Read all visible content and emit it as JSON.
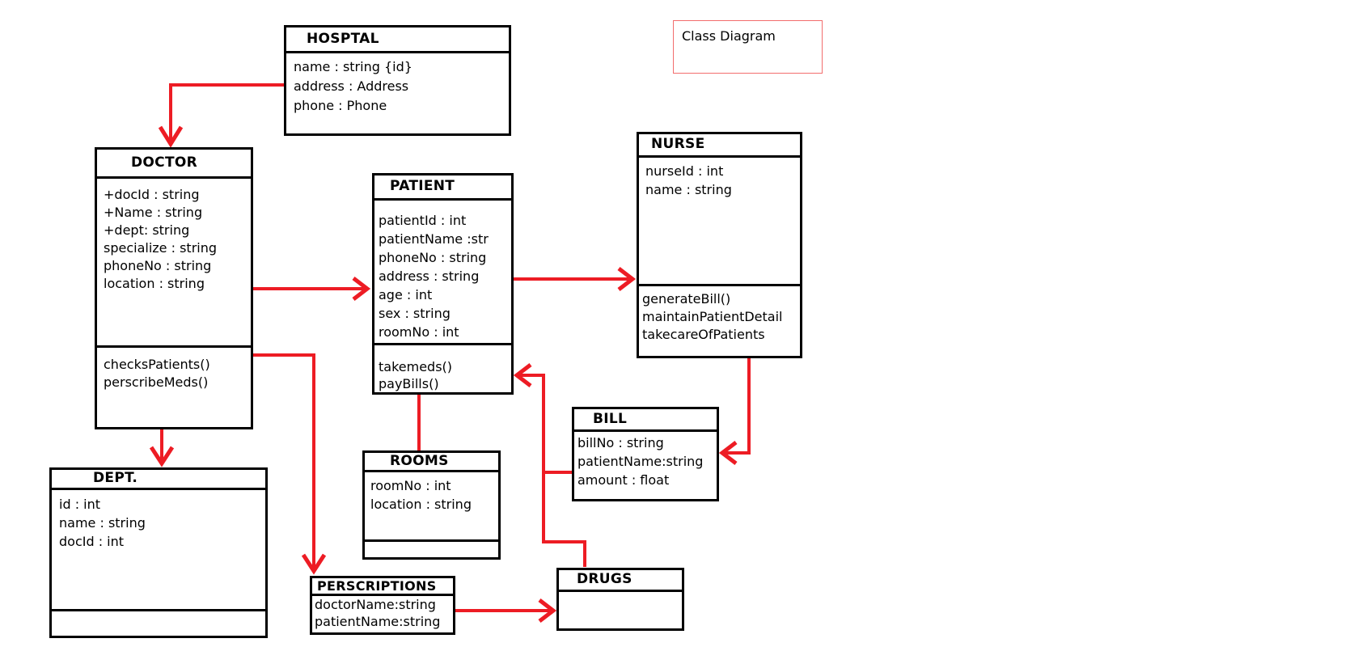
{
  "diagram_label": {
    "text": "Class Diagram"
  },
  "colors": {
    "connector": "#ed1c24",
    "label_border": "#f26d6d",
    "box_border": "#000000",
    "background": "#ffffff"
  },
  "classes": {
    "hosptal": {
      "title": "HOSPTAL",
      "attributes": [
        "name : string {id}",
        "address : Address",
        "phone : Phone"
      ],
      "methods": []
    },
    "doctor": {
      "title": "DOCTOR",
      "attributes": [
        "+docId : string",
        "+Name : string",
        "+dept: string",
        "specialize : string",
        "phoneNo : string",
        "location : string"
      ],
      "methods": [
        "checksPatients()",
        "perscribeMeds()"
      ]
    },
    "patient": {
      "title": "PATIENT",
      "attributes": [
        "patientId : int",
        "patientName :str",
        "phoneNo : string",
        "address : string",
        "age : int",
        "sex : string",
        "roomNo : int"
      ],
      "methods": [
        "takemeds()",
        "payBills()"
      ]
    },
    "nurse": {
      "title": "NURSE",
      "attributes": [
        "nurseId : int",
        "name : string"
      ],
      "methods": [
        "generateBill()",
        "maintainPatientDetail",
        "takecareOfPatients"
      ]
    },
    "dept": {
      "title": "DEPT.",
      "attributes": [
        "id : int",
        "name : string",
        "docId : int"
      ],
      "methods": []
    },
    "rooms": {
      "title": "ROOMS",
      "attributes": [
        "roomNo : int",
        "location : string"
      ],
      "methods": []
    },
    "bill": {
      "title": "BILL",
      "attributes": [
        "billNo : string",
        "patientName:string",
        "amount : float"
      ],
      "methods": []
    },
    "perscriptions": {
      "title": "PERSCRIPTIONS",
      "attributes": [
        "doctorName:string",
        "patientName:string"
      ],
      "methods": []
    },
    "drugs": {
      "title": "DRUGS",
      "attributes": [],
      "methods": []
    }
  },
  "relationships": [
    {
      "from": "HOSPTAL",
      "to": "DOCTOR",
      "type": "arrow"
    },
    {
      "from": "DOCTOR",
      "to": "PATIENT",
      "type": "arrow"
    },
    {
      "from": "PATIENT",
      "to": "NURSE",
      "type": "arrow"
    },
    {
      "from": "DOCTOR",
      "to": "DEPT.",
      "type": "arrow"
    },
    {
      "from": "DOCTOR",
      "to": "PERSCRIPTIONS",
      "type": "arrow"
    },
    {
      "from": "PATIENT",
      "to": "ROOMS",
      "type": "line"
    },
    {
      "from": "BILL",
      "to": "PATIENT",
      "type": "arrow"
    },
    {
      "from": "BILL",
      "to": "DRUGS",
      "type": "line"
    },
    {
      "from": "NURSE",
      "to": "BILL",
      "type": "arrow"
    },
    {
      "from": "PERSCRIPTIONS",
      "to": "DRUGS",
      "type": "arrow"
    }
  ]
}
